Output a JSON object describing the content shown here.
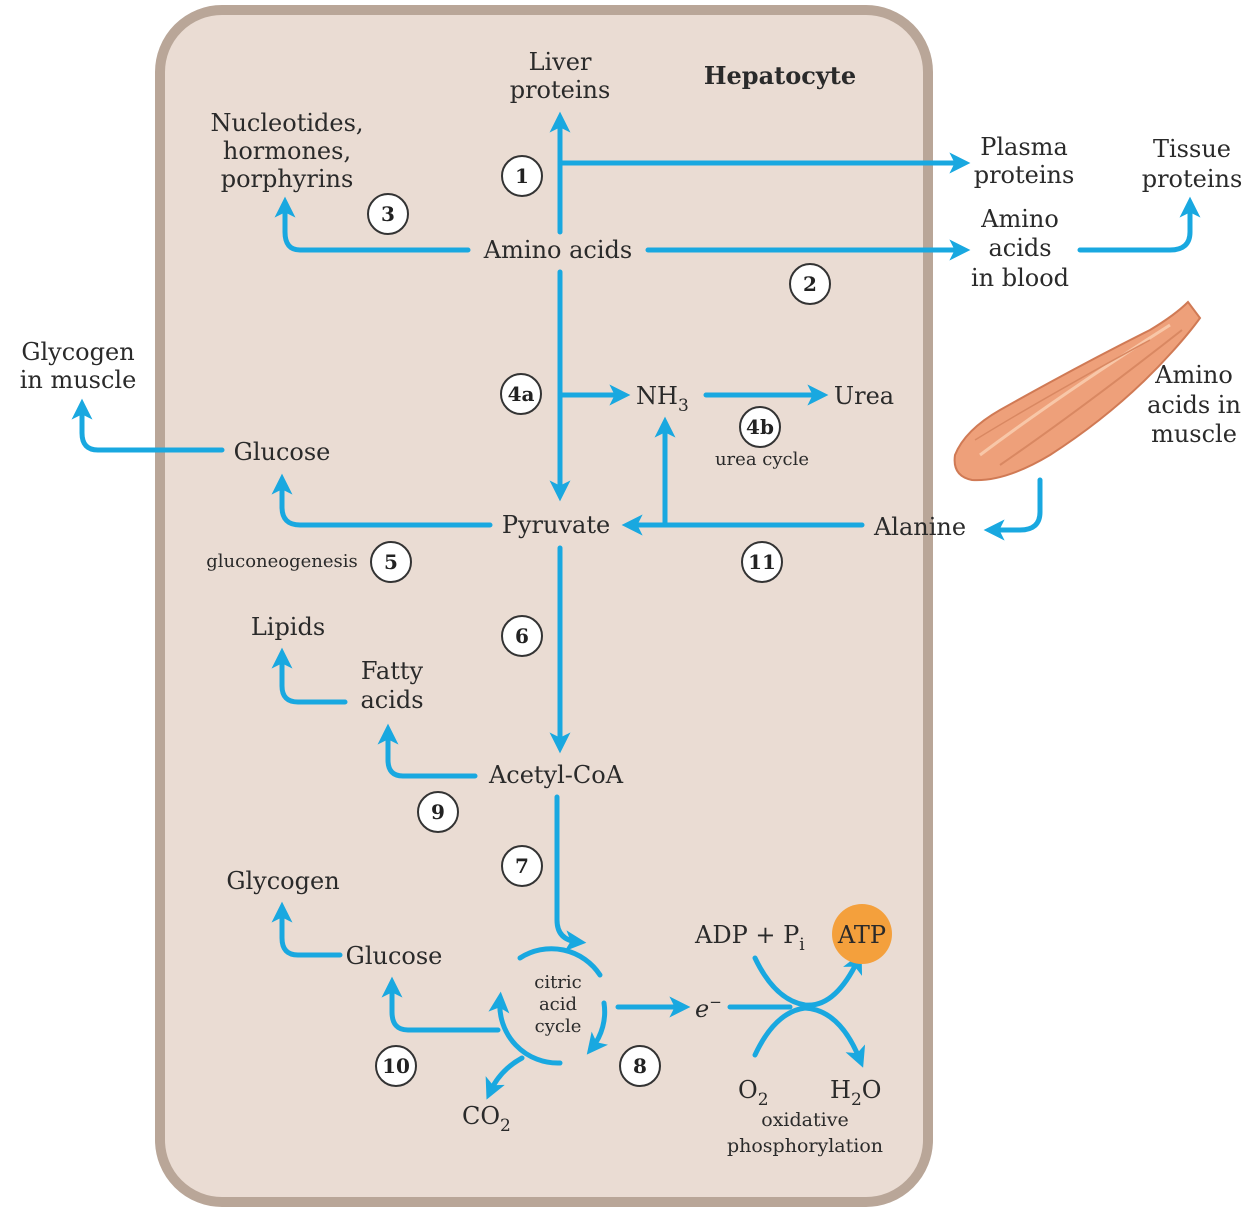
{
  "colors": {
    "flow": "#19a8e0",
    "cell_fill": "#eadcd3",
    "cell_border": "#b9a698",
    "atp": "#f4a03c",
    "muscle": "#eea07a"
  },
  "cell": {
    "title": "Hepatocyte"
  },
  "labels": {
    "liver_proteins_1": "Liver",
    "liver_proteins_2": "proteins",
    "nucleotides_1": "Nucleotides,",
    "nucleotides_2": "hormones,",
    "nucleotides_3": "porphyrins",
    "plasma_1": "Plasma",
    "plasma_2": "proteins",
    "tissue_1": "Tissue",
    "tissue_2": "proteins",
    "aa_blood_1": "Amino",
    "aa_blood_2": "acids",
    "aa_blood_3": "in blood",
    "amino_acids": "Amino acids",
    "glycogen_muscle_1": "Glycogen",
    "glycogen_muscle_2": "in muscle",
    "nh3_main": "NH",
    "nh3_sub": "3",
    "urea": "Urea",
    "urea_cycle": "urea cycle",
    "aa_muscle_1": "Amino",
    "aa_muscle_2": "acids in",
    "aa_muscle_3": "muscle",
    "glucose_upper": "Glucose",
    "pyruvate": "Pyruvate",
    "alanine": "Alanine",
    "gluconeogenesis": "gluconeogenesis",
    "lipids": "Lipids",
    "fatty_1": "Fatty",
    "fatty_2": "acids",
    "acetyl_coa": "Acetyl-CoA",
    "glycogen_lower": "Glycogen",
    "glucose_lower": "Glucose",
    "cac_1": "citric",
    "cac_2": "acid",
    "cac_3": "cycle",
    "adp_main": "ADP + P",
    "adp_sub": "i",
    "atp": "ATP",
    "electron_main": "e",
    "electron_sup": "−",
    "co2_main": "CO",
    "co2_sub": "2",
    "o2_main": "O",
    "o2_sub": "2",
    "h2o_main": "H",
    "h2o_sub": "2",
    "h2o_end": "O",
    "oxphos_1": "oxidative",
    "oxphos_2": "phosphorylation"
  },
  "steps": [
    "1",
    "2",
    "3",
    "4a",
    "4b",
    "5",
    "6",
    "7",
    "8",
    "9",
    "10",
    "11"
  ]
}
